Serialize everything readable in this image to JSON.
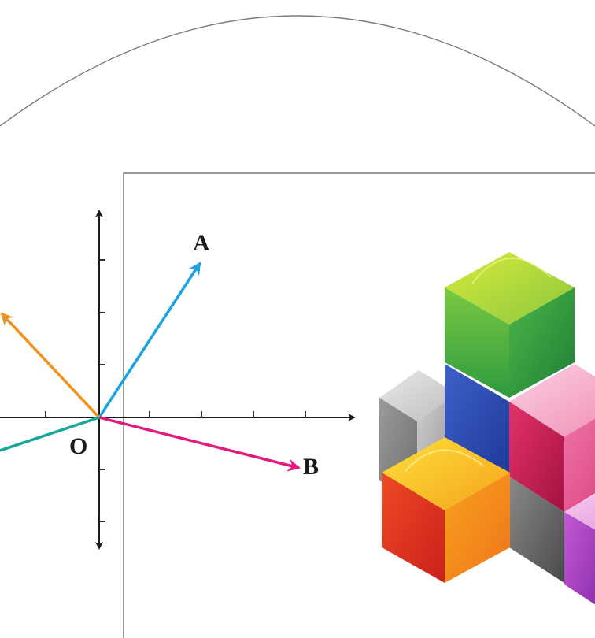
{
  "labels": {
    "origin": "O",
    "vector_a": "A",
    "vector_b": "B"
  },
  "colors": {
    "vector_a": "#1aa3e0",
    "vector_b": "#e3197f",
    "vector_orange": "#f0921e",
    "vector_teal": "#14a89a",
    "axes": "#1a1a1a",
    "frame": "#6e6e6e",
    "arc": "#7a7a7a"
  },
  "cubes": {
    "colors": [
      "green",
      "blue",
      "gray",
      "pink",
      "orange",
      "dark-gray",
      "purple"
    ]
  }
}
